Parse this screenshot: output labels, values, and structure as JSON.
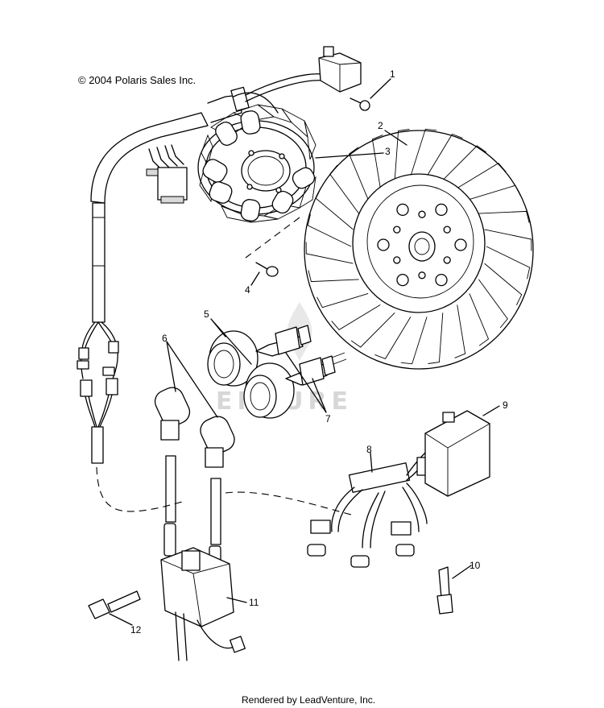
{
  "copyright": "© 2004 Polaris Sales Inc.",
  "footer": "Rendered by LeadVenture, Inc.",
  "watermark": "ENTURE",
  "callouts": [
    "1",
    "2",
    "3",
    "4",
    "5",
    "6",
    "7",
    "8",
    "9",
    "10",
    "11",
    "12"
  ],
  "colors": {
    "line": "#000000",
    "background": "#ffffff",
    "watermark": "#d3d3d3"
  }
}
